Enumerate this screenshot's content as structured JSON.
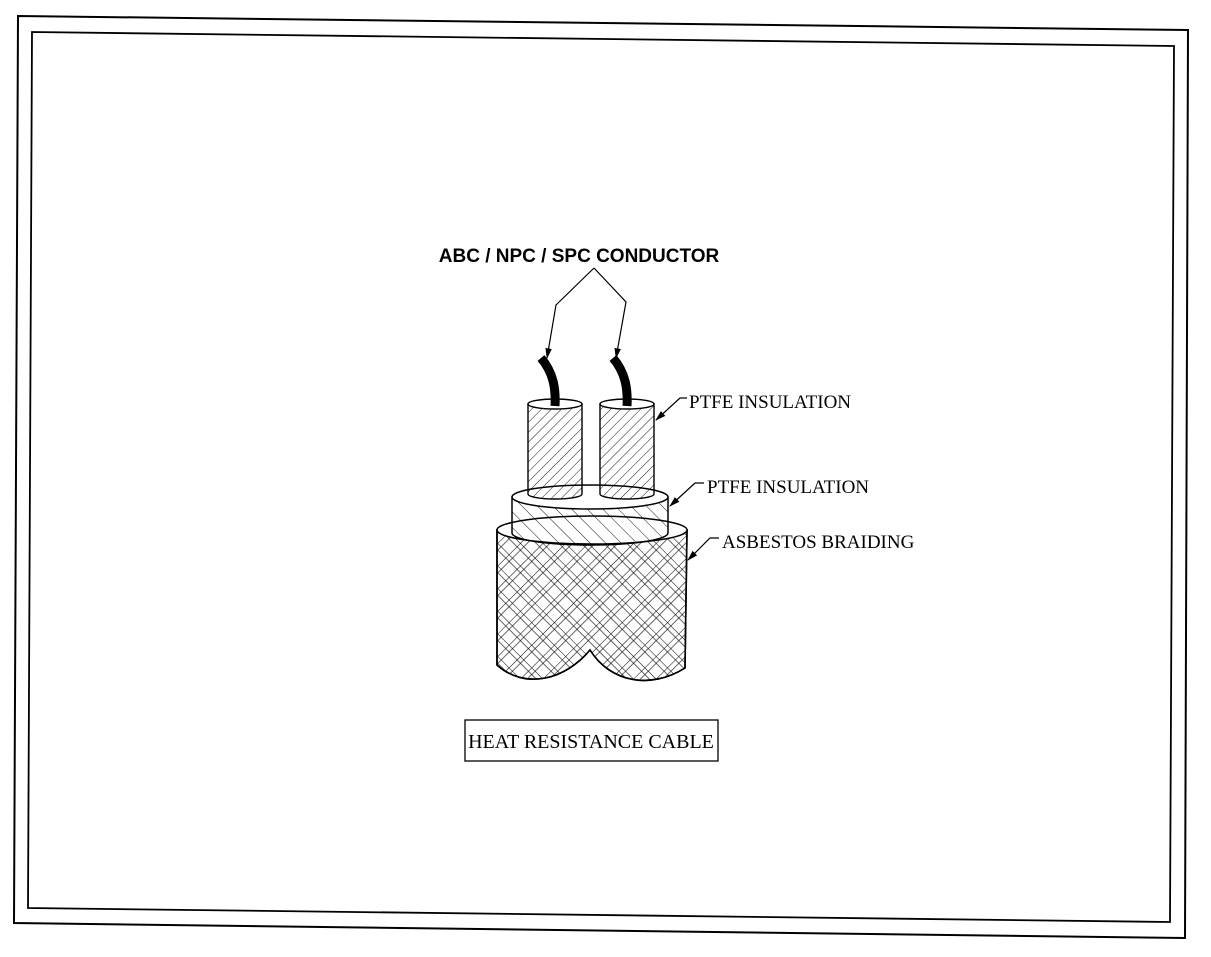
{
  "labels": {
    "conductor": "ABC / NPC / SPC CONDUCTOR",
    "inner_insulation": "PTFE INSULATION",
    "outer_insulation": "PTFE INSULATION",
    "braiding": "ASBESTOS BRAIDING"
  },
  "caption": "HEAT RESISTANCE CABLE",
  "colors": {
    "line": "#000000",
    "background": "#ffffff"
  }
}
